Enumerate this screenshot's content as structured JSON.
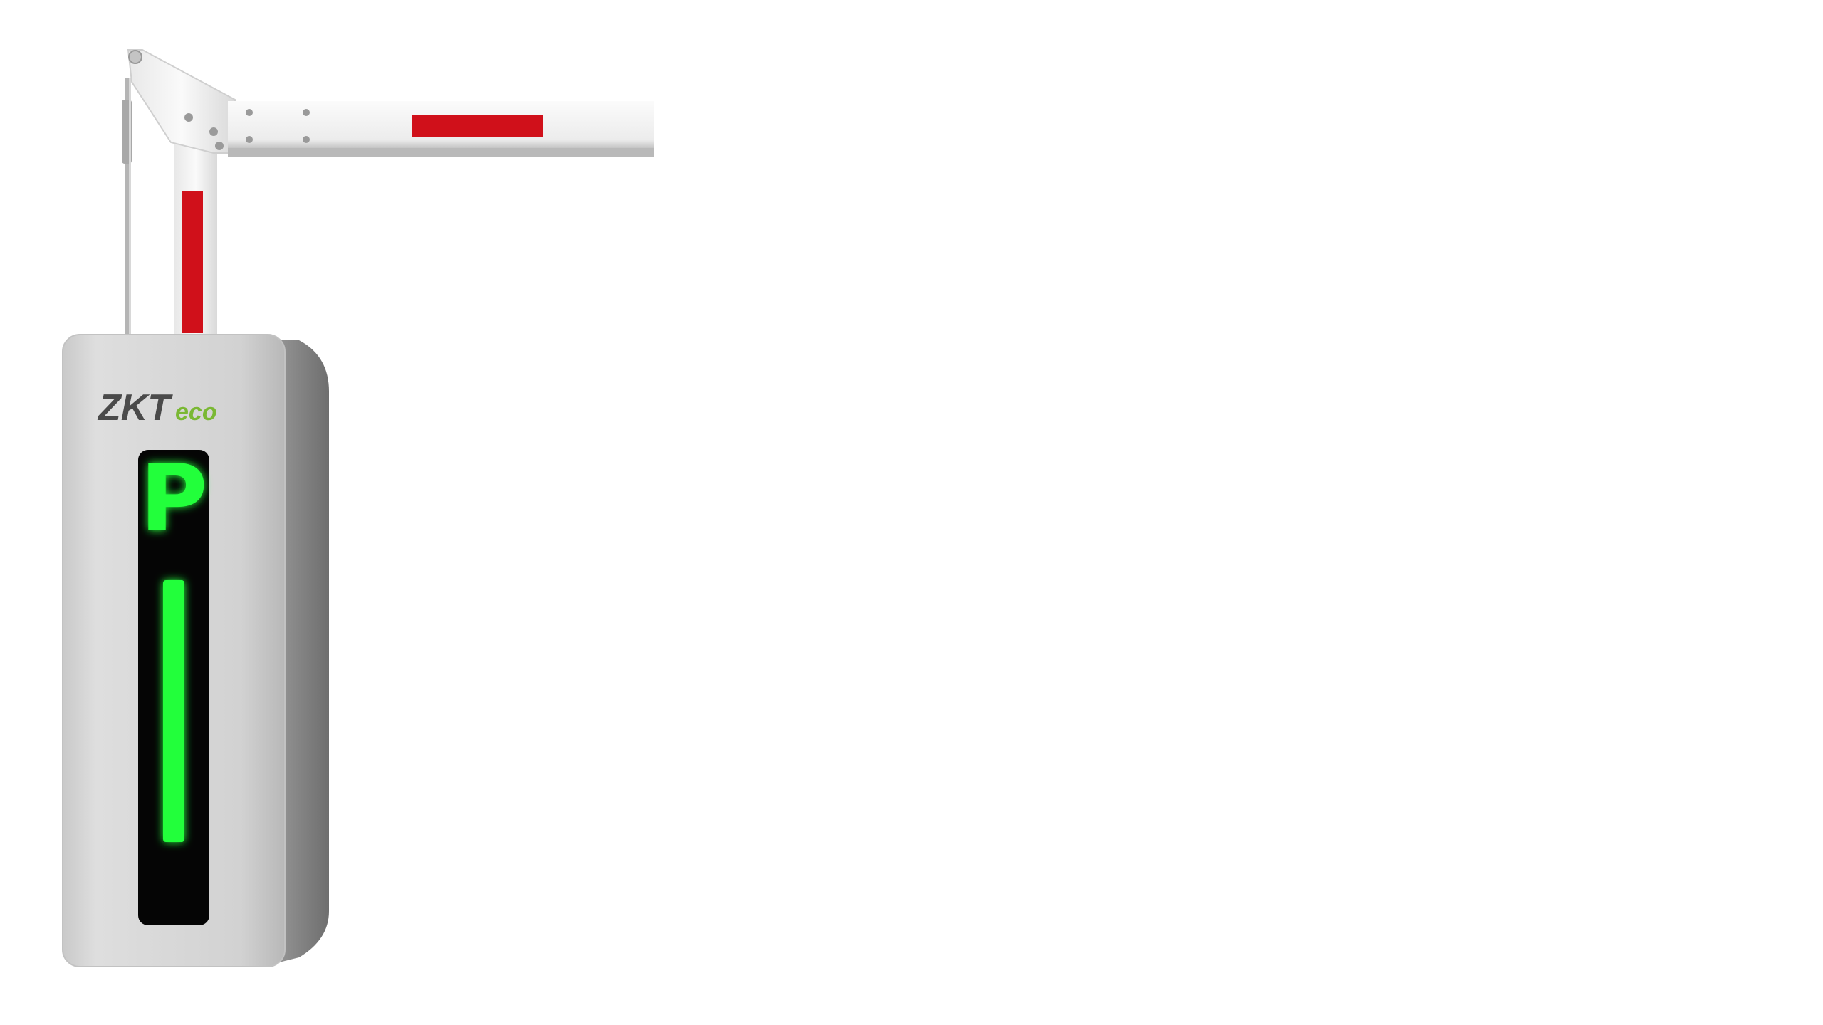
{
  "product": {
    "name": "barrier-gate",
    "colors": {
      "background": "#ffffff",
      "housing_front": "#d4d4d4",
      "housing_side": "#8a8a8a",
      "arm_white": "#f2f2f2",
      "reflector_red": "#d0101a",
      "display_black": "#050505",
      "led_green": "#22ff3a"
    }
  },
  "logo": {
    "brand_main": "ZKT",
    "brand_suffix": "eco",
    "main_color": "#4a4a4a",
    "suffix_color": "#7ab833"
  },
  "display": {
    "letter": "P",
    "indicator": "vertical-bar",
    "status": "green"
  }
}
